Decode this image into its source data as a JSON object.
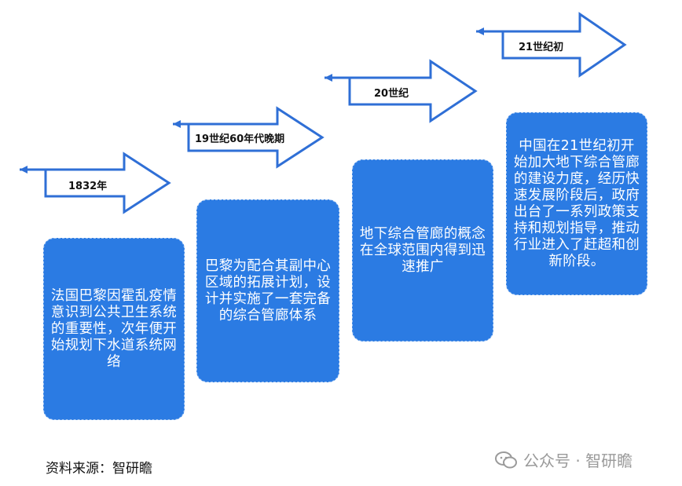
{
  "steps": [
    {
      "period": "1832年",
      "text": "法国巴黎因霍乱疫情意识到公共卫生系统的重要性，次年便开始规划下水道系统网络"
    },
    {
      "period": "19世纪60年代晚期",
      "text": "巴黎为配合其副中心区域的拓展计划，设计并实施了一套完备的综合管廊体系"
    },
    {
      "period": "20世纪",
      "text": "地下综合管廊的概念在全球范围内得到迅速推广"
    },
    {
      "period": "21世纪初",
      "text": "中国在21世纪初开始加大地下综合管廊的建设力度，经历快速发展阶段后，政府出台了一系列政策支持和规划指导，推动行业进入了赶超和创新阶段。"
    }
  ],
  "source": "资料来源：智研瞻",
  "watermark": "公众号 · 智研瞻",
  "colors": {
    "box": "#2b7be3",
    "arrow": "#2f6fd6"
  }
}
